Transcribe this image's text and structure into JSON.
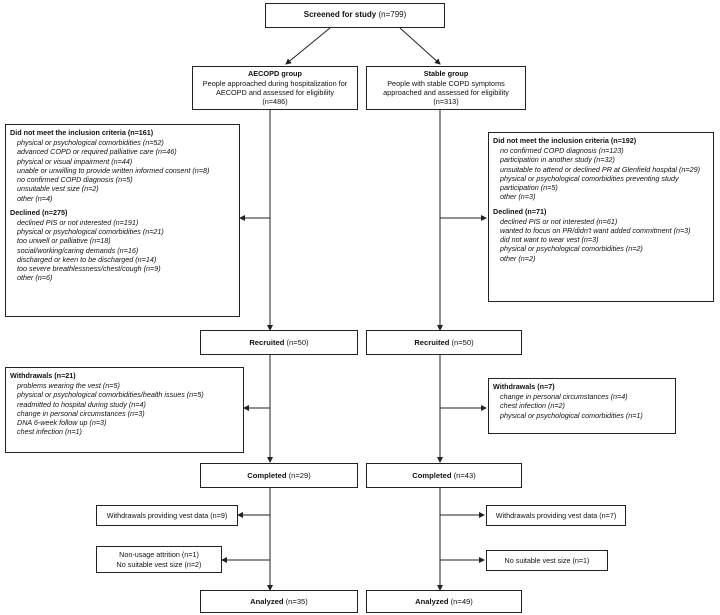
{
  "screened": {
    "label": "Screened for study",
    "count": "(n=799)"
  },
  "aecopd": {
    "title": "AECOPD group",
    "desc": "People approached during hospitalization for AECOPD and assessed for eligibility",
    "count": "(n=486)",
    "exclusion": {
      "title": "Did not meet the inclusion criteria",
      "count": "(n=161)",
      "items": [
        "physical or psychological comorbidities (n=52)",
        "advanced COPD or required palliative care (n=46)",
        "physical or visual impairment (n=44)",
        "unable or unwilling to provide written informed consent (n=8)",
        "no confirmed COPD diagnosis (n=5)",
        "unsuitable vest size (n=2)",
        "other (n=4)"
      ]
    },
    "declined": {
      "title": "Declined",
      "count": "(n=275)",
      "items": [
        "declined PIS or not interested (n=191)",
        "physical or psychological comorbidities (n=21)",
        "too unwell or palliative (n=18)",
        "social/working/caring demands (n=16)",
        "discharged or keen to be discharged (n=14)",
        "too severe breathlessness/chest/cough (n=9)",
        "other (n=6)"
      ]
    },
    "recruited": {
      "label": "Recruited",
      "count": "(n=50)"
    },
    "withdrawals": {
      "title": "Withdrawals",
      "count": "(n=21)",
      "items": [
        "problems wearing the vest (n=5)",
        "physical or psychological comorbidities/health issues (n=5)",
        "readmitted to hospital during study (n=4)",
        "change in personal circumstances (n=3)",
        "DNA 6-week follow up (n=3)",
        "chest infection (n=1)"
      ]
    },
    "completed": {
      "label": "Completed",
      "count": "(n=29)"
    },
    "vest_data": "Withdrawals providing vest data (n=9)",
    "attrition": [
      "Non-usage attrition (n=1)",
      "No suitable vest size (n=2)"
    ],
    "analyzed": {
      "label": "Analyzed",
      "count": "(n=35)"
    }
  },
  "stable": {
    "title": "Stable group",
    "desc": "People with stable COPD symptoms approached and assessed for eligibility",
    "count": "(n=313)",
    "exclusion": {
      "title": "Did not meet the inclusion criteria",
      "count": "(n=192)",
      "items": [
        "no confirmed COPD diagnosis (n=123)",
        "participation in another study (n=32)",
        "unsuitable to attend or declined PR at Glenfield hospital (n=29)",
        "physical or psychological comorbidities preventing study participation (n=5)",
        "other (n=3)"
      ]
    },
    "declined": {
      "title": "Declined",
      "count": "(n=71)",
      "items": [
        "declined PIS or not interested (n=61)",
        "wanted to focus on PR/didn't want added commitment (n=3)",
        "did not want to wear vest (n=3)",
        "physical or psychological comorbidities (n=2)",
        "other (n=2)"
      ]
    },
    "recruited": {
      "label": "Recruited",
      "count": "(n=50)"
    },
    "withdrawals": {
      "title": "Withdrawals",
      "count": "(n=7)",
      "items": [
        "change in personal circumstances (n=4)",
        "chest infection (n=2)",
        "physical or psychological comorbidities (n=1)"
      ]
    },
    "completed": {
      "label": "Completed",
      "count": "(n=43)"
    },
    "vest_data": "Withdrawals providing vest data (n=7)",
    "attrition": [
      "No suitable vest size (n=1)"
    ],
    "analyzed": {
      "label": "Analyzed",
      "count": "(n=49)"
    }
  }
}
